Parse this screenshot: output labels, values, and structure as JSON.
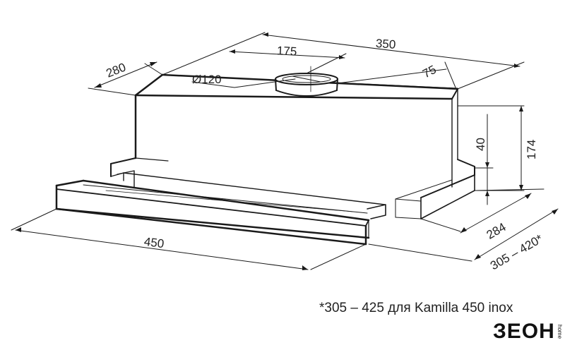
{
  "dimensions": {
    "top_depth": "280",
    "total_width": "350",
    "duct_offset": "175",
    "back_offset": "75",
    "duct_diameter": "Ø120",
    "height": "174",
    "front_height": "40",
    "front_width": "450",
    "depth": "284",
    "extended_depth": "305 – 420*"
  },
  "footnote": "*305 – 425 для Kamilla 450 inox",
  "logo": {
    "main": "ЗЕОН",
    "sub": "home"
  },
  "colors": {
    "line": "#1a1a1a",
    "fill": "#ffffff"
  }
}
